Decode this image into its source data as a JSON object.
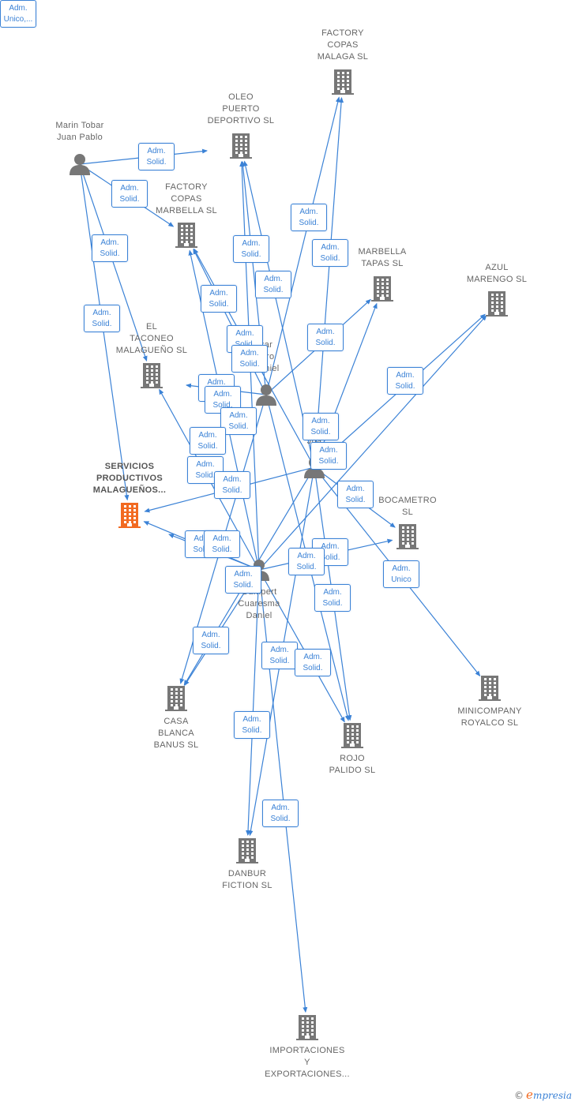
{
  "colors": {
    "edge": "#3b82d6",
    "icon": "#777777",
    "highlight": "#f26a21"
  },
  "nodes": [
    {
      "id": "factory_malaga",
      "type": "company",
      "icon": "building-icon",
      "lines": [
        "FACTORY",
        "COPAS",
        "MALAGA SL"
      ]
    },
    {
      "id": "oleo",
      "type": "company",
      "icon": "building-icon",
      "lines": [
        "OLEO",
        "PUERTO",
        "DEPORTIVO SL"
      ]
    },
    {
      "id": "factory_marbella",
      "type": "company",
      "icon": "building-icon",
      "lines": [
        "FACTORY",
        "COPAS",
        "MARBELLA SL"
      ]
    },
    {
      "id": "marin",
      "type": "person",
      "icon": "person-icon",
      "lines": [
        "Marin Tobar",
        "Juan Pablo"
      ]
    },
    {
      "id": "marbella_tapas",
      "type": "company",
      "icon": "building-icon",
      "lines": [
        "MARBELLA",
        "TAPAS  SL"
      ]
    },
    {
      "id": "azul",
      "type": "company",
      "icon": "building-icon",
      "lines": [
        "AZUL",
        "MARENGO  SL"
      ]
    },
    {
      "id": "taconeo",
      "type": "company",
      "icon": "building-icon",
      "lines": [
        "EL",
        "TACONEO",
        "MALAGUEÑO SL"
      ]
    },
    {
      "id": "lazar",
      "type": "person",
      "icon": "person-icon",
      "lines": [
        "zar",
        "rero",
        "Daniel"
      ]
    },
    {
      "id": "esj",
      "type": "person",
      "icon": "person-icon",
      "lines": [
        "E",
        "Es",
        "Jua"
      ]
    },
    {
      "id": "servicios",
      "type": "company",
      "icon": "building-icon",
      "highlight": true,
      "lines": [
        "SERVICIOS",
        "PRODUCTIVOS",
        "MALAGUEÑOS..."
      ]
    },
    {
      "id": "bocametro",
      "type": "company",
      "icon": "building-icon",
      "lines": [
        "BOCAMETRO",
        "SL"
      ]
    },
    {
      "id": "gumpert",
      "type": "person",
      "icon": "person-icon",
      "lines": [
        "Gumpert",
        "Cuaresma",
        "Daniel"
      ]
    },
    {
      "id": "minicompany",
      "type": "company",
      "icon": "building-icon",
      "lines": [
        "MINICOMPANY",
        "ROYALCO SL"
      ]
    },
    {
      "id": "casa",
      "type": "company",
      "icon": "building-icon",
      "lines": [
        "CASA",
        "BLANCA",
        "BANUS  SL"
      ]
    },
    {
      "id": "rojo",
      "type": "company",
      "icon": "building-icon",
      "lines": [
        "ROJO",
        "PALIDO  SL"
      ]
    },
    {
      "id": "danbur",
      "type": "company",
      "icon": "building-icon",
      "lines": [
        "DANBUR",
        "FICTION SL"
      ]
    },
    {
      "id": "importaciones",
      "type": "company",
      "icon": "building-icon",
      "lines": [
        "IMPORTACIONES",
        "Y",
        "EXPORTACIONES..."
      ]
    }
  ],
  "badges": [
    {
      "lines": [
        "Adm.",
        "Solid."
      ]
    },
    {
      "lines": [
        "Adm.",
        "Solid."
      ]
    },
    {
      "lines": [
        "Adm.",
        "Solid."
      ]
    },
    {
      "lines": [
        "Adm.",
        "Solid."
      ]
    },
    {
      "lines": [
        "Adm.",
        "Solid."
      ]
    },
    {
      "lines": [
        "Adm.",
        "Solid."
      ]
    },
    {
      "lines": [
        "Adm.",
        "Solid."
      ]
    },
    {
      "lines": [
        "Adm.",
        "Solid."
      ]
    },
    {
      "lines": [
        "Adm.",
        "Solid."
      ]
    },
    {
      "lines": [
        "Adm.",
        "Solid."
      ]
    },
    {
      "lines": [
        "Adm.",
        "Solid."
      ]
    },
    {
      "lines": [
        "Adm.",
        "Solid."
      ]
    },
    {
      "lines": [
        "Adm.",
        "Solid."
      ]
    },
    {
      "lines": [
        "Adm.",
        "Solid."
      ]
    },
    {
      "lines": [
        "Adm.",
        "Solid."
      ]
    },
    {
      "lines": [
        "Adm.",
        "Solid."
      ]
    },
    {
      "lines": [
        "Adm.",
        "Solid."
      ]
    },
    {
      "lines": [
        "Adm.",
        "Solid."
      ]
    },
    {
      "lines": [
        "Adm.",
        "Solid."
      ]
    },
    {
      "lines": [
        "Adm.",
        "Solid."
      ]
    },
    {
      "lines": [
        "Adm.",
        "Solid."
      ]
    },
    {
      "lines": [
        "Adm.",
        "Solid."
      ]
    },
    {
      "lines": [
        "Adm.",
        "Solid."
      ]
    },
    {
      "lines": [
        "Adm.",
        "Solid."
      ]
    },
    {
      "lines": [
        "Adm.",
        "Unico"
      ]
    },
    {
      "lines": [
        "Adm.",
        "Solid."
      ]
    },
    {
      "lines": [
        "Adm.",
        "Solid."
      ]
    },
    {
      "lines": [
        "Adm.",
        "Solid."
      ]
    },
    {
      "lines": [
        "Adm.",
        "Solid."
      ]
    },
    {
      "lines": [
        "Adm.",
        "Solid."
      ]
    },
    {
      "lines": [
        "Adm.",
        "Solid."
      ]
    },
    {
      "lines": [
        "Adm.",
        "Solid."
      ]
    },
    {
      "lines": [
        "Adm.",
        "Solid."
      ]
    },
    {
      "lines": [
        "Adm.",
        "Solid."
      ]
    },
    {
      "lines": [
        "Adm.",
        "Unico,..."
      ]
    }
  ],
  "footer": {
    "copyright": "©",
    "brand_initial": "e",
    "brand_rest": "mpresia"
  }
}
